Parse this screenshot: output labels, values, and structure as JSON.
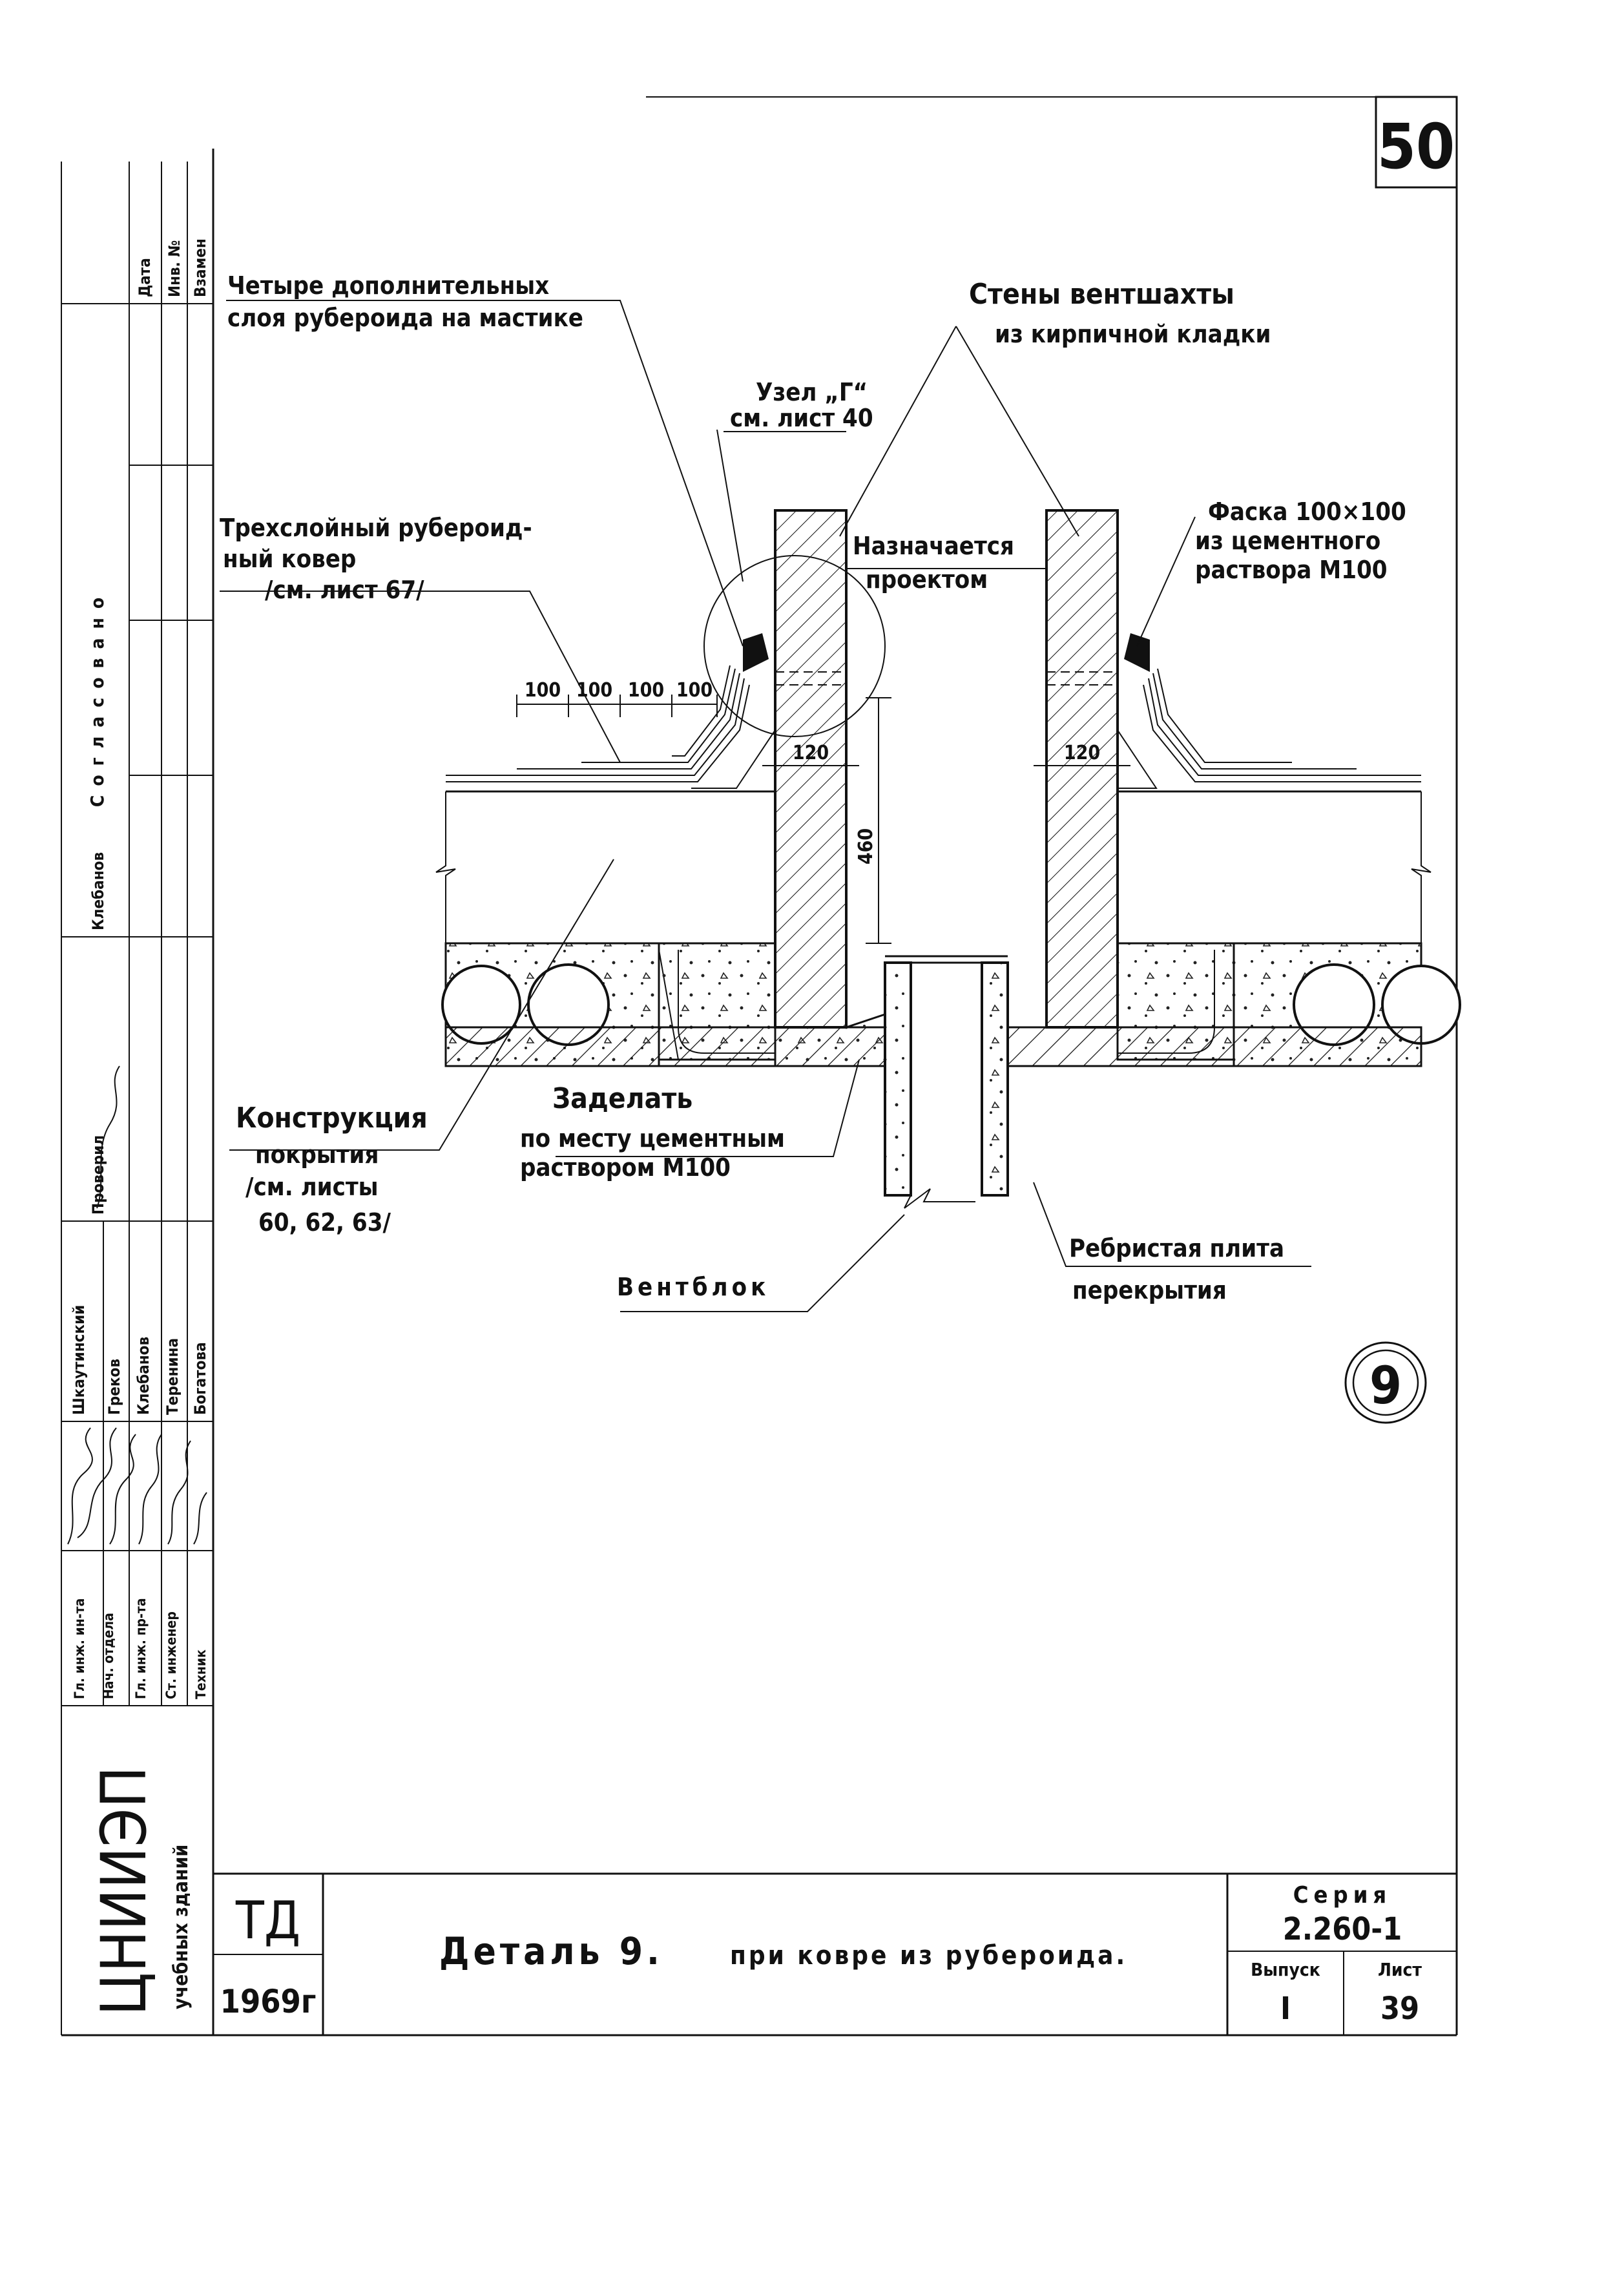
{
  "sheet_number": "50",
  "detail_marker": "9",
  "labels": {
    "ruberoid_layers": [
      "Четыре дополнительных",
      "слоя рубероида на мастике"
    ],
    "vent_walls": [
      "Стены вентшахты",
      "из кирпичной кладки"
    ],
    "node_ref": [
      "Узел „Г“",
      "см. лист 40"
    ],
    "assigned": [
      "Назначается",
      "проектом"
    ],
    "chamfer": [
      "Фаска 100×100",
      "из цементного",
      "раствора М100"
    ],
    "carpet": [
      "Трехслойный рубероид-",
      "ный ковер",
      "/см. лист 67/"
    ],
    "roof_construction": [
      "Конструкция",
      "покрытия",
      "/см. листы",
      "60, 62, 63/"
    ],
    "seal": [
      "Заделать",
      "по месту цементным",
      "раствором М100"
    ],
    "ventblock": "Вентблок",
    "ribbed_slab": [
      "Ребристая плита",
      "перекрытия"
    ]
  },
  "dimensions": {
    "steps": [
      "100",
      "100",
      "100",
      "100"
    ],
    "wall_left": "120",
    "wall_right": "120",
    "height": "460"
  },
  "side_stamp": {
    "approval_title": "Согласовано",
    "approval_cols": [
      "Дата",
      "Инв. №",
      "Взамен"
    ],
    "roles": [
      "Гл. инж. ин-та",
      "Нач. отдела",
      "Гл. инж. пр-та",
      "Ст. инженер",
      "Техник"
    ],
    "names": [
      "Шкаутинский",
      "Греков",
      "Клебанов",
      "Теренина",
      "Богатова"
    ],
    "checked_label": "Проверил",
    "checked_name": "Клебанов",
    "org_name": "ЦНИИЭП",
    "org_sub": "учебных зданий"
  },
  "title_block": {
    "code": "ТД",
    "year": "1969г",
    "title": "Деталь 9.",
    "subtitle": "при ковре из рубероида.",
    "series_label": "Серия",
    "series_value": "2.260-1",
    "issue_label": "Выпуск",
    "issue_value": "I",
    "sheet_label": "Лист",
    "sheet_value": "39"
  }
}
